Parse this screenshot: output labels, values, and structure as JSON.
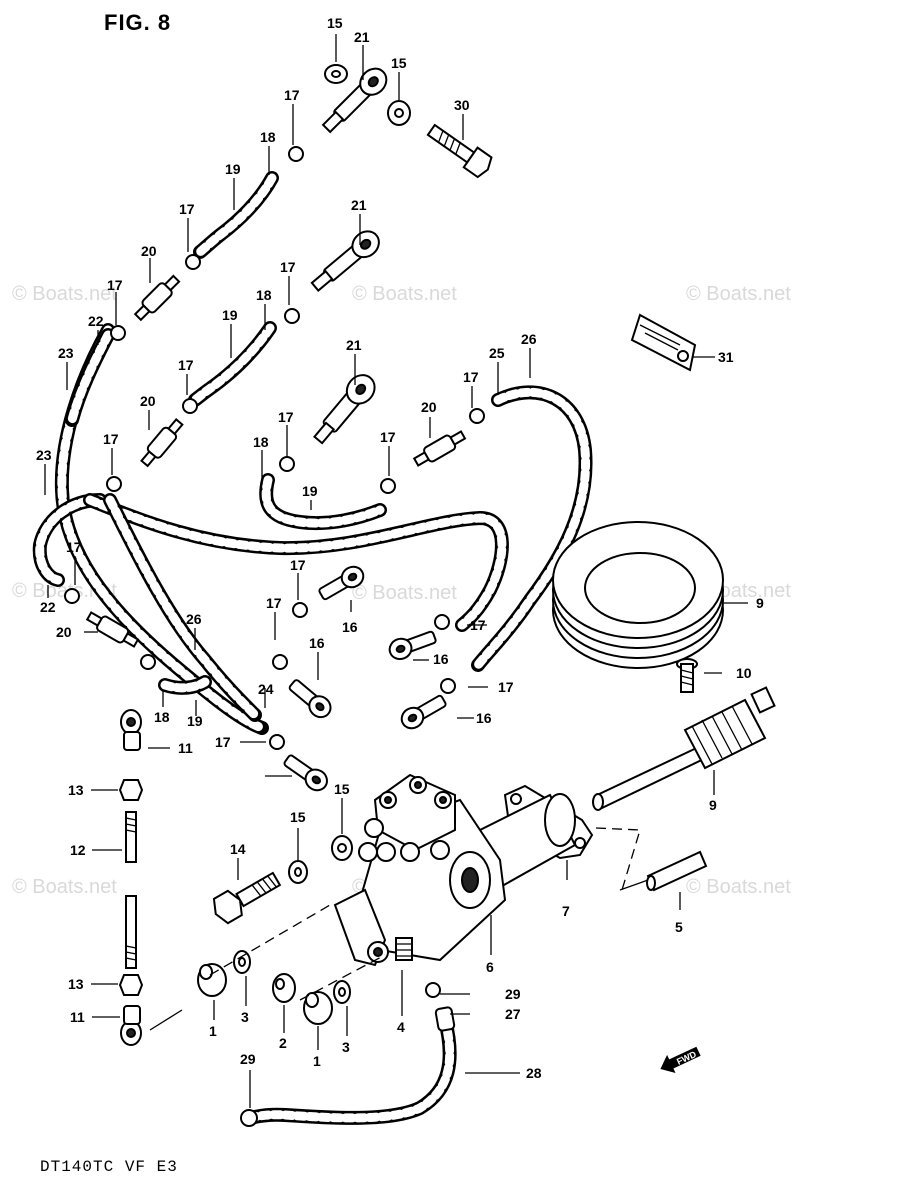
{
  "title": "FIG. 8",
  "model_code": "DT140TC VF E3",
  "watermark": "© Boats.net",
  "fwd_arrow": "FWD",
  "labels": {
    "l15a": "15",
    "l21a": "21",
    "l15b": "15",
    "l30": "30",
    "l17a": "17",
    "l18a": "18",
    "l19a": "19",
    "l17b": "17",
    "l21b": "21",
    "l20a": "20",
    "l17c": "17",
    "l18b": "18",
    "l17d": "17",
    "l22a": "22",
    "l19b": "19",
    "l31": "31",
    "l23a": "23",
    "l21c": "21",
    "l17e": "17",
    "l26a": "26",
    "l25": "25",
    "l20b": "20",
    "l17f": "17",
    "l20c": "20",
    "l17g": "17",
    "l18c": "18",
    "l17h": "17",
    "l17i": "17",
    "l19c": "19",
    "l23b": "23",
    "l17j": "17",
    "l22b": "22",
    "l20d": "20",
    "l9a": "9",
    "l16a": "16",
    "l17k": "17",
    "l26b": "26",
    "l17l": "17",
    "l16b": "16",
    "l17m": "17",
    "l16c": "16",
    "l10": "10",
    "l17n": "17",
    "l18d": "18",
    "l19d": "19",
    "l24": "24",
    "l11a": "11",
    "l16d": "16",
    "l17o": "17",
    "l9b": "9",
    "l13a": "13",
    "l15c": "15",
    "l12": "12",
    "l15d": "15",
    "l14": "14",
    "l7": "7",
    "l5": "5",
    "l6": "6",
    "l13b": "13",
    "l29a": "29",
    "l11b": "11",
    "l1a": "1",
    "l3a": "3",
    "l27": "27",
    "l2": "2",
    "l1b": "1",
    "l3b": "3",
    "l4": "4",
    "l29b": "29",
    "l28": "28"
  }
}
